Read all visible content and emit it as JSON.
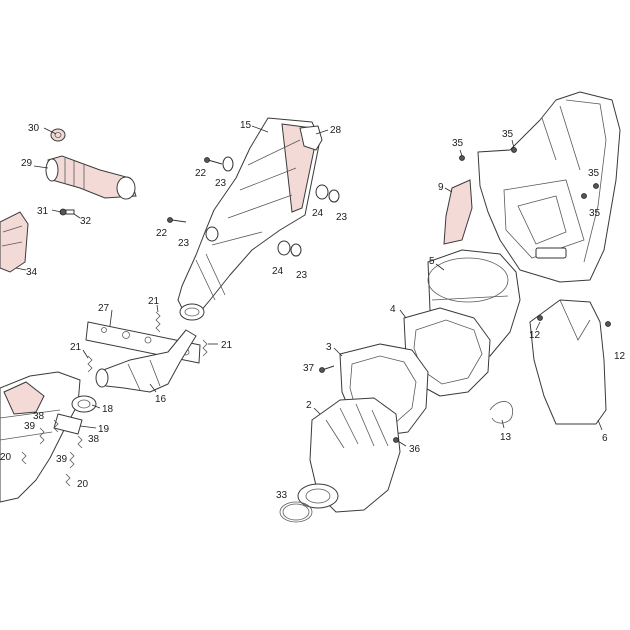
{
  "labels": {
    "l30": "30",
    "l29": "29",
    "l31": "31",
    "l32": "32",
    "l34": "34",
    "l15": "15",
    "l28": "28",
    "l22a": "22",
    "l23a": "23",
    "l24a": "24",
    "l23b": "23",
    "l22b": "22",
    "l23c": "23",
    "l24b": "24",
    "l23d": "23",
    "l27": "27",
    "l21a": "21",
    "l21b": "21",
    "l21c": "21",
    "l16": "16",
    "l18": "18",
    "l19": "19",
    "l38a": "38",
    "l38b": "38",
    "l39a": "39",
    "l39b": "39",
    "l20a": "20",
    "l20b": "20",
    "l35a": "35",
    "l35b": "35",
    "l35c": "35",
    "l35d": "35",
    "l9": "9",
    "l5": "5",
    "l4": "4",
    "l3": "3",
    "l37": "37",
    "l2": "2",
    "l36": "36",
    "l33": "33",
    "l13": "13",
    "l12a": "12",
    "l12b": "12",
    "l6": "6"
  },
  "colors": {
    "outline": "#3a3a3a",
    "shaded_part": "#f3dad6",
    "background": "#ffffff"
  }
}
